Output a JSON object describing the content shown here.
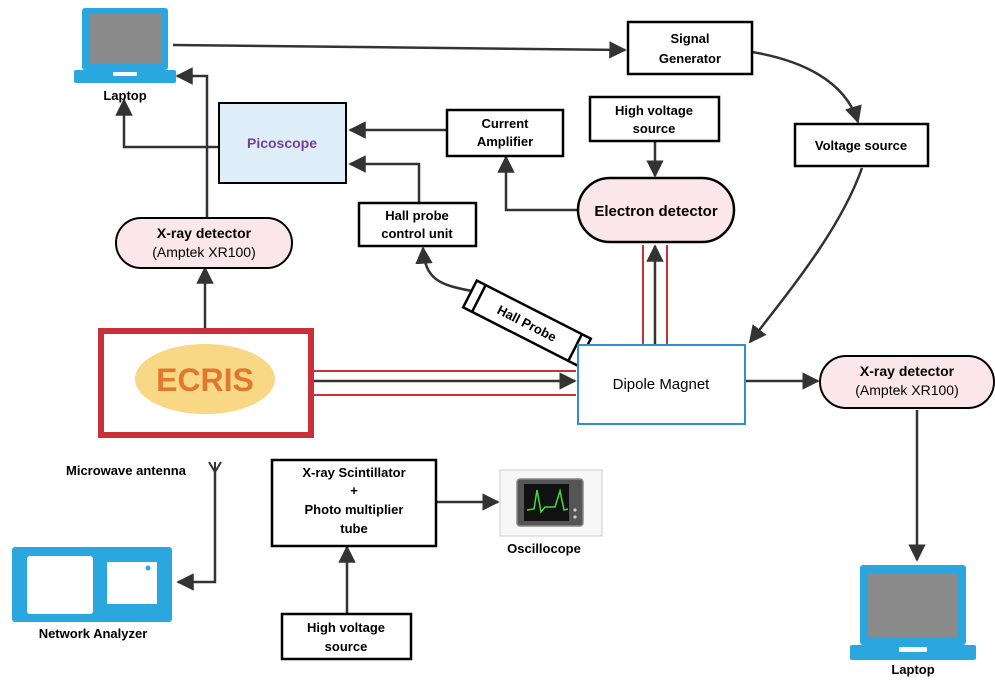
{
  "nodes": {
    "laptop_top": {
      "label": "Laptop"
    },
    "signal_generator": {
      "label_lines": [
        "Signal",
        "Generator"
      ]
    },
    "picoscope": {
      "label": "Picoscope"
    },
    "current_amplifier": {
      "label_lines": [
        "Current",
        "Amplifier"
      ]
    },
    "high_voltage_top": {
      "label_lines": [
        "High voltage",
        "source"
      ]
    },
    "voltage_source": {
      "label": "Voltage source"
    },
    "electron_detector": {
      "label": "Electron detector"
    },
    "xray_detector_left": {
      "label_lines": [
        "X-ray detector",
        "(Amptek XR100)"
      ]
    },
    "hall_probe_control": {
      "label_lines": [
        "Hall probe",
        "control unit"
      ]
    },
    "hall_probe": {
      "label": "Hall Probe"
    },
    "ecris": {
      "label": "ECRIS"
    },
    "dipole_magnet": {
      "label": "Dipole Magnet"
    },
    "xray_detector_right": {
      "label_lines": [
        "X-ray detector",
        "(Amptek XR100)"
      ]
    },
    "microwave_antenna": {
      "label": "Microwave antenna"
    },
    "scintillator": {
      "label_lines": [
        "X-ray Scintillator",
        "+",
        "Photo multiplier",
        "tube"
      ]
    },
    "oscilloscope": {
      "label": "Oscillocope"
    },
    "network_analyzer": {
      "label": "Network Analyzer"
    },
    "high_voltage_bottom": {
      "label_lines": [
        "High voltage",
        "source"
      ]
    },
    "laptop_bottom": {
      "label": "Laptop"
    }
  },
  "colors": {
    "line": "#333333",
    "beam_red": "#c9303a",
    "ecris_border": "#c9303a",
    "ecris_fill": "#f8d785",
    "ecris_text": "#e07830",
    "picoscope_fill": "#ddeef8",
    "picoscope_text": "#7b3f92",
    "detector_fill": "#fbe6ec",
    "dipole_border": "#2f8fd1",
    "device_blue": "#2aa7df",
    "screen_gray": "#8a8a8a"
  }
}
